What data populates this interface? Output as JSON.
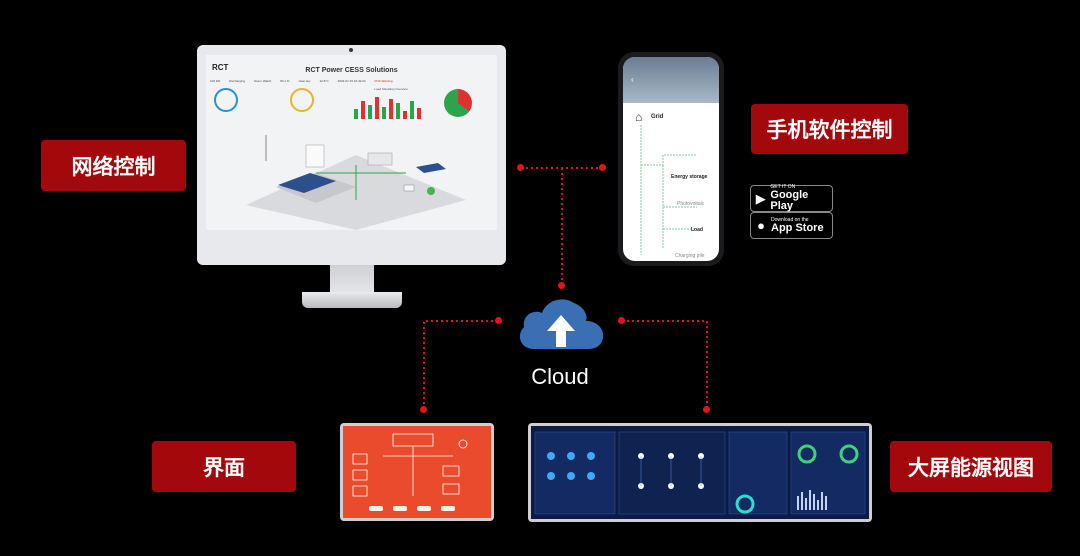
{
  "labels": {
    "web_control": "网络控制",
    "app_control": "手机软件控制",
    "interface": "界面",
    "big_screen": "大屏能源视图",
    "cloud": "Cloud"
  },
  "monitor_screen": {
    "logo": "RCT",
    "title": "RCT Power CESS Solutions",
    "header_values": [
      "100 kW",
      "Discharging",
      "Storm Watch",
      "83.1 %",
      "clear sky",
      "12.6°C",
      "2023-07-15 16:42:34",
      "PCS Warning"
    ],
    "chart_title": "Load Shedding Overview"
  },
  "phone_screen": {
    "grid": "Grid",
    "energy_storage": "Energy storage",
    "photovoltaic": "Photovoltaic",
    "load": "Load",
    "charging_pile": "Charging pile"
  },
  "badges": {
    "google_small": "GET IT ON",
    "google_big": "Google Play",
    "apple_small": "Download on the",
    "apple_big": "App Store"
  },
  "colors": {
    "accent_red": "#a3080c",
    "dot_red": "#e0141b",
    "cloud_blue": "#3b6fb4"
  }
}
